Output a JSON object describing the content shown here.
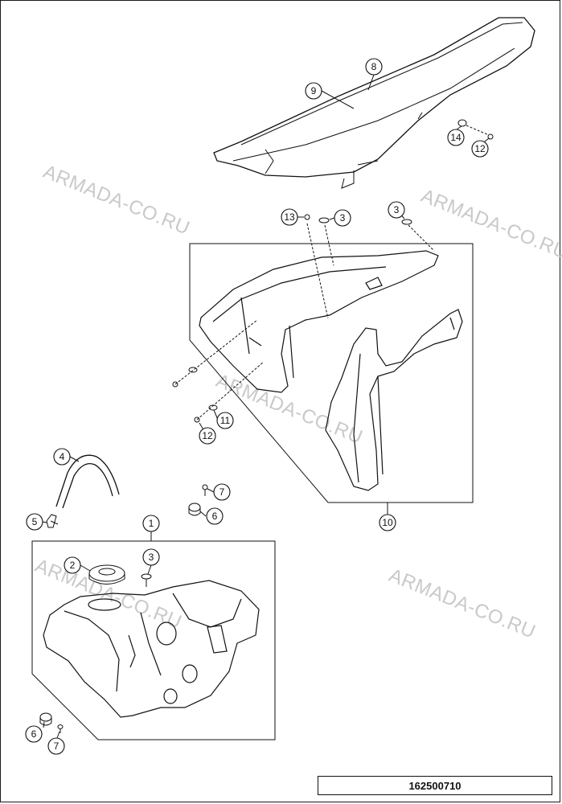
{
  "watermark": "ARMADA-CO.RU",
  "part_number": "162500710",
  "callouts": {
    "c8": "8",
    "c9": "9",
    "c14": "14",
    "c12a": "12",
    "c13": "13",
    "c3a": "3",
    "c3b": "3",
    "c11": "11",
    "c12b": "12",
    "c10": "10",
    "c4": "4",
    "c5": "5",
    "c7a": "7",
    "c6a": "6",
    "c1": "1",
    "c2": "2",
    "c3c": "3",
    "c6b": "6",
    "c7b": "7"
  }
}
